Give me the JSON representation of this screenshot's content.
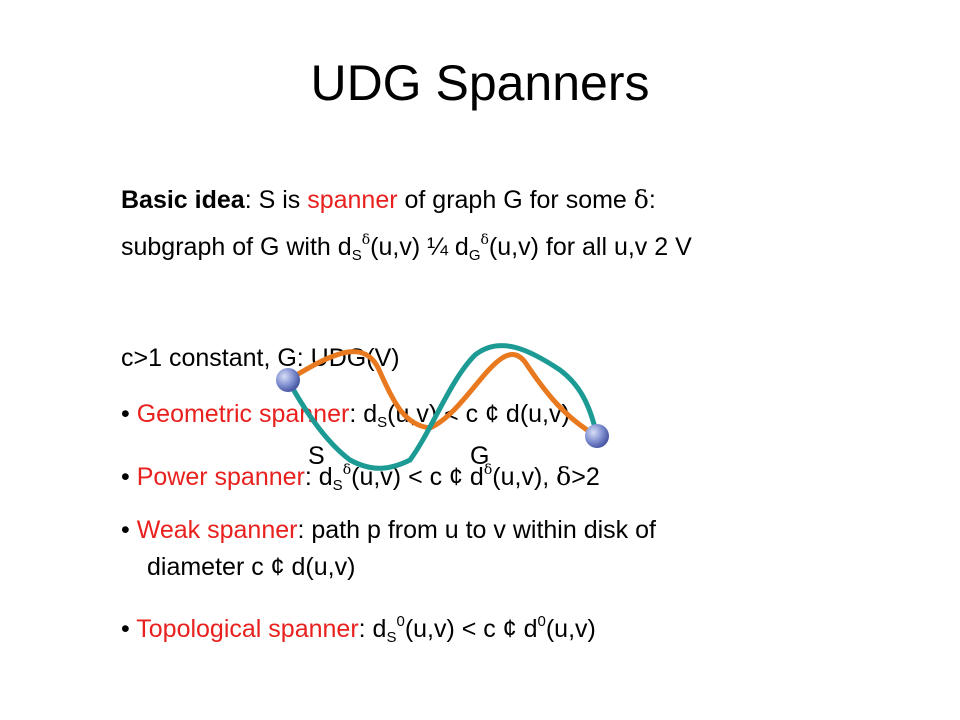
{
  "title": "UDG Spanners",
  "basic": {
    "bold": "Basic idea",
    "t1": ": S is ",
    "red": "spanner",
    "t2": " of graph G for some ",
    "delta": "δ",
    "t3": ":",
    "l2_a": "subgraph of G with d",
    "S": "S",
    "delta2": "δ",
    "l2_b": "(u,v) ¼ d",
    "G": "G",
    "delta3": "δ",
    "l2_c": "(u,v) for all u,v 2 V"
  },
  "constant": "c>1 constant, G: UDG(V)",
  "bullets": {
    "geometric": {
      "bullet": "•",
      "name": "Geometric spanner",
      "text_a": ":  d",
      "sub": "S",
      "text_b": "(u,v) < c ¢ d(u,v)"
    },
    "power": {
      "bullet": "•",
      "name": "Power spanner",
      "text_a": ": d",
      "sub": "S",
      "sup": "δ",
      "text_b": "(u,v) < c ¢ d",
      "sup2": "δ",
      "text_c": "(u,v), ",
      "delta": "δ",
      "text_d": ">2"
    },
    "weak": {
      "bullet": "•",
      "name": "Weak spanner",
      "text_a": ": path p from u to v within disk of",
      "line2": "diameter c ¢ d(u,v)"
    },
    "topological": {
      "bullet": "•",
      "name": "Topological spanner",
      "text_a": ": d",
      "sub": "S",
      "sup": "0",
      "text_b": "(u,v) < c ¢ d",
      "sup2": "0",
      "text_c": "(u,v)"
    }
  },
  "diagram": {
    "label_s": "S",
    "label_g": "G",
    "orange": "#e8791e",
    "teal": "#1c9a94",
    "node_color": "#7f8fcf"
  }
}
